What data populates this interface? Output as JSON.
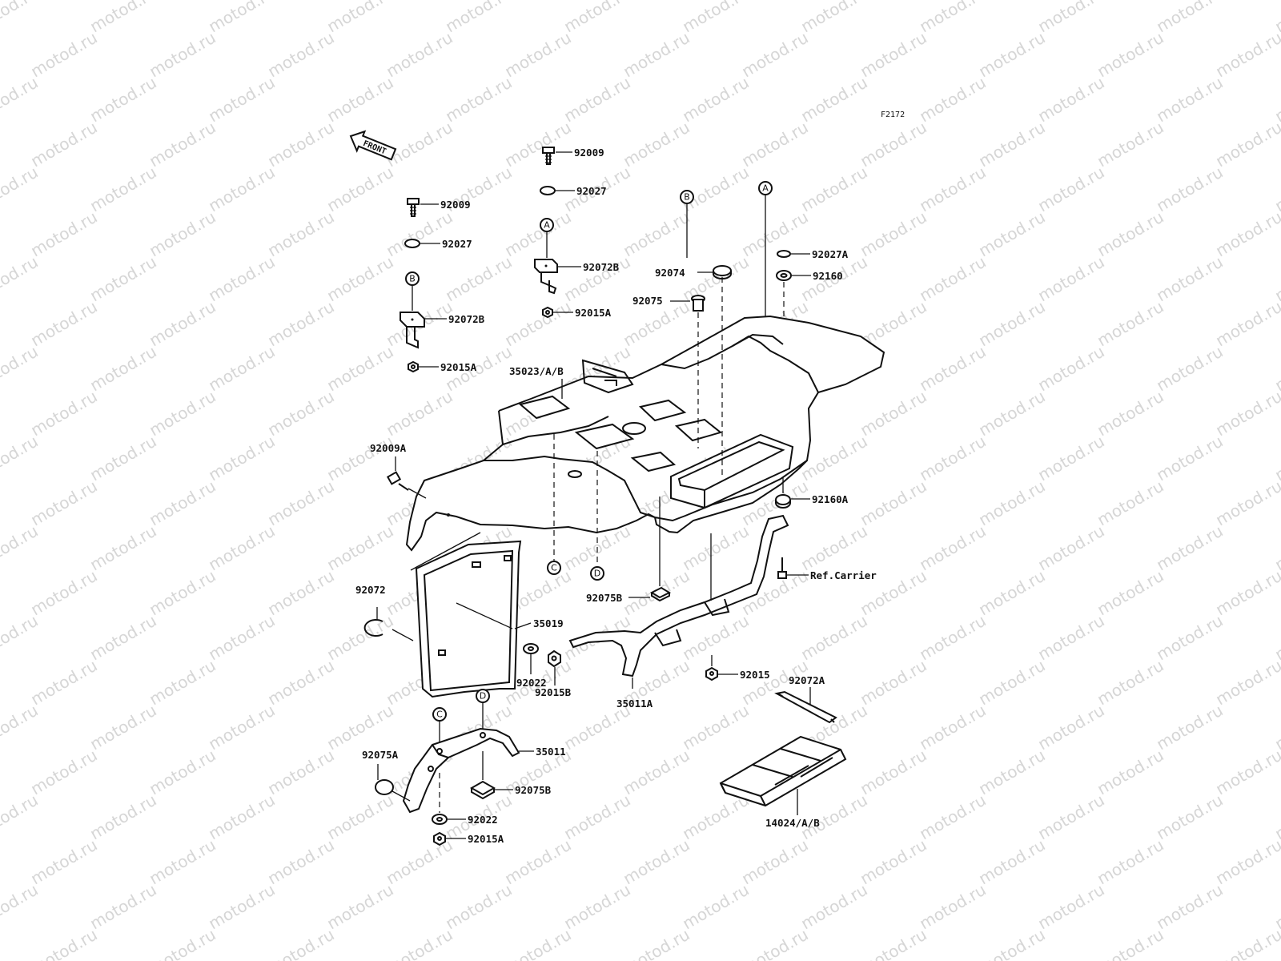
{
  "figure_id": "F2172",
  "watermark_text": "motod.ru",
  "front_label": "FRONT",
  "callouts": {
    "a1": "A",
    "a2": "A",
    "b1": "B",
    "b2": "B",
    "c1": "C",
    "c2": "C",
    "d1": "D",
    "d2": "D"
  },
  "labels": {
    "p92009_top": "92009",
    "p92027_top": "92027",
    "p92072b_top": "92072B",
    "p92015a_top": "92015A",
    "p92009_left": "92009",
    "p92027_left": "92027",
    "p92072b_left": "92072B",
    "p92015a_left": "92015A",
    "p35023": "35023/A/B",
    "p92074": "92074",
    "p92075": "92075",
    "p92027a": "92027A",
    "p92160": "92160",
    "p92009a": "92009A",
    "p92160a": "92160A",
    "ref_carrier": "Ref.Carrier",
    "p92072": "92072",
    "p35019": "35019",
    "p92075b_mid": "92075B",
    "p92022_mid": "92022",
    "p92015b": "92015B",
    "p35011a": "35011A",
    "p92015": "92015",
    "p92072a": "92072A",
    "p35011": "35011",
    "p92075a": "92075A",
    "p92075b_bot": "92075B",
    "p92022_bot": "92022",
    "p92015a_bot": "92015A",
    "p14024": "14024/A/B"
  }
}
